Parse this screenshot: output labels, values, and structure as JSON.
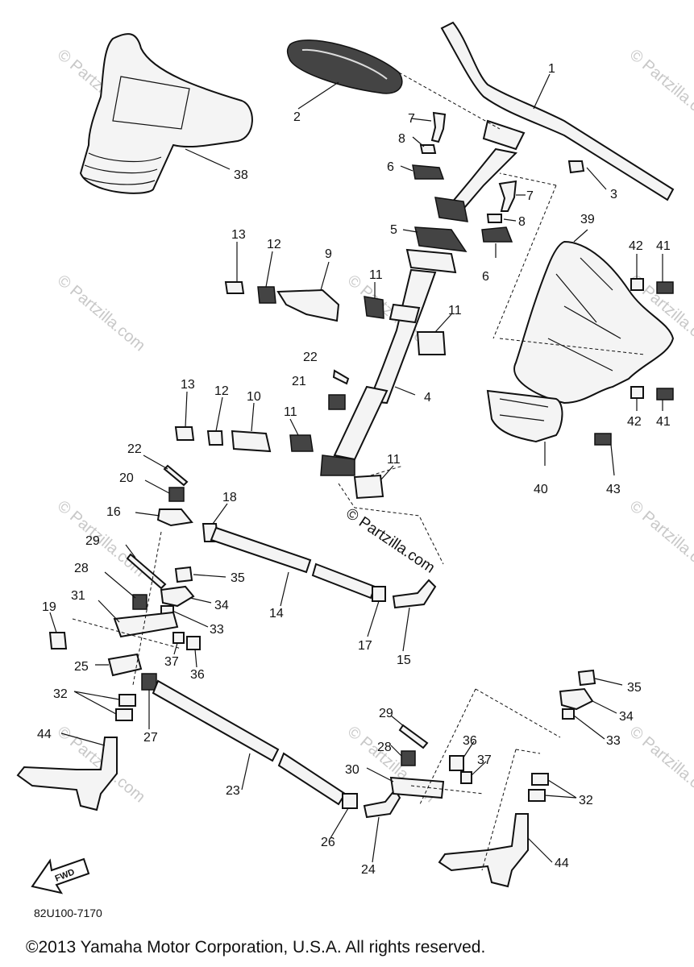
{
  "watermarks": [
    "© Partzilla.com",
    "© Partzilla.com",
    "© Partzilla.com",
    "© Partzilla.com",
    "© Partzilla.com",
    "© Partzilla.com",
    "© Partzilla.com",
    "© Partzilla.com",
    "© Partzilla.com",
    "© Partzilla.com"
  ],
  "center_watermark": "© Partzilla.com",
  "callouts": [
    "1",
    "2",
    "3",
    "7",
    "8",
    "6",
    "7",
    "8",
    "5",
    "6",
    "38",
    "39",
    "13",
    "12",
    "9",
    "11",
    "11",
    "42",
    "41",
    "22",
    "21",
    "4",
    "42",
    "41",
    "13",
    "12",
    "10",
    "11",
    "11",
    "40",
    "43",
    "22",
    "20",
    "16",
    "18",
    "29",
    "35",
    "28",
    "34",
    "14",
    "19",
    "31",
    "33",
    "17",
    "15",
    "37",
    "36",
    "25",
    "32",
    "27",
    "35",
    "34",
    "33",
    "29",
    "36",
    "28",
    "37",
    "30",
    "44",
    "23",
    "32",
    "26",
    "24",
    "44"
  ],
  "diagram_code": "82U100-7170",
  "fwd_label": "FWD",
  "copyright": "©2013 Yamaha Motor Corporation, U.S.A. All rights reserved."
}
